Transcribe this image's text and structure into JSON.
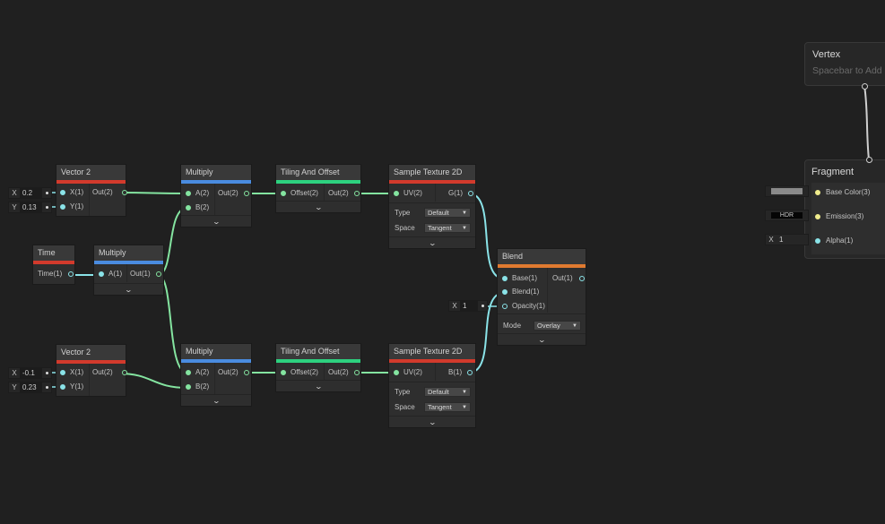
{
  "colors": {
    "canvas": "#202020",
    "float": "#84e4a0",
    "vec2": "#8ae3e8",
    "vec3": "#f0ec8c",
    "red": "#d23a2c",
    "blue": "#4a8ce0",
    "green": "#2dd17f",
    "orange": "#e07a30"
  },
  "vec2_top": {
    "title": "Vector 2",
    "x_label": "X",
    "x_val": "0.2",
    "y_label": "Y",
    "y_val": "0.13",
    "in_x": "X(1)",
    "in_y": "Y(1)",
    "out": "Out(2)"
  },
  "vec2_bot": {
    "title": "Vector 2",
    "x_label": "X",
    "x_val": "-0.1",
    "y_label": "Y",
    "y_val": "0.23",
    "in_x": "X(1)",
    "in_y": "Y(1)",
    "out": "Out(2)"
  },
  "time": {
    "title": "Time",
    "out": "Time(1)"
  },
  "mult_time": {
    "title": "Multiply",
    "in_a": "A(1)",
    "out": "Out(1)"
  },
  "mult_top": {
    "title": "Multiply",
    "in_a": "A(2)",
    "in_b": "B(2)",
    "out": "Out(2)"
  },
  "mult_bot": {
    "title": "Multiply",
    "in_a": "A(2)",
    "in_b": "B(2)",
    "out": "Out(2)"
  },
  "tiling_top": {
    "title": "Tiling And Offset",
    "in": "Offset(2)",
    "out": "Out(2)"
  },
  "tiling_bot": {
    "title": "Tiling And Offset",
    "in": "Offset(2)",
    "out": "Out(2)"
  },
  "tex_top": {
    "title": "Sample Texture 2D",
    "in": "UV(2)",
    "out": "G(1)",
    "type_label": "Type",
    "type_val": "Default",
    "space_label": "Space",
    "space_val": "Tangent"
  },
  "tex_bot": {
    "title": "Sample Texture 2D",
    "in": "UV(2)",
    "out": "B(1)",
    "type_label": "Type",
    "type_val": "Default",
    "space_label": "Space",
    "space_val": "Tangent"
  },
  "blend": {
    "title": "Blend",
    "in_base": "Base(1)",
    "in_blend": "Blend(1)",
    "in_opacity": "Opacity(1)",
    "out": "Out(1)",
    "mode_label": "Mode",
    "mode_val": "Overlay",
    "opacity_x_label": "X",
    "opacity_x_val": "1"
  },
  "vertex": {
    "title": "Vertex",
    "placeholder": "Spacebar to Add"
  },
  "fragment": {
    "title": "Fragment",
    "base_color": "Base Color(3)",
    "emission": "Emission(3)",
    "emission_val": "HDR",
    "alpha": "Alpha(1)",
    "alpha_x_label": "X",
    "alpha_x_val": "1",
    "base_color_swatch": "#8a8a8a"
  }
}
